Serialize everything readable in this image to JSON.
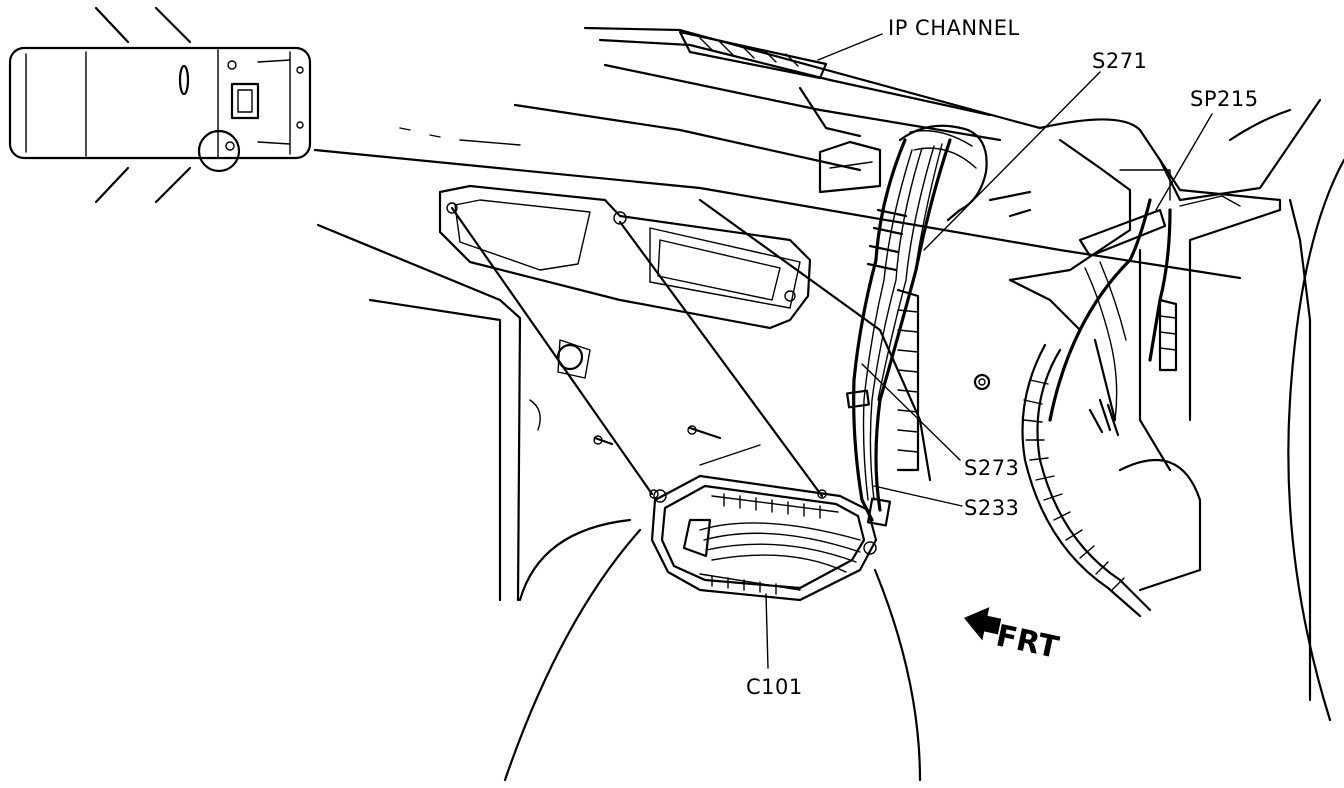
{
  "labels": {
    "ip_channel": "IP CHANNEL",
    "s271": "S271",
    "sp215": "SP215",
    "s273": "S273",
    "s233": "S233",
    "c101": "C101",
    "frt": "FRT"
  },
  "colors": {
    "ink": "#000000",
    "paper": "#ffffff"
  },
  "icons": {
    "front_arrow": "arrow-left-icon"
  }
}
